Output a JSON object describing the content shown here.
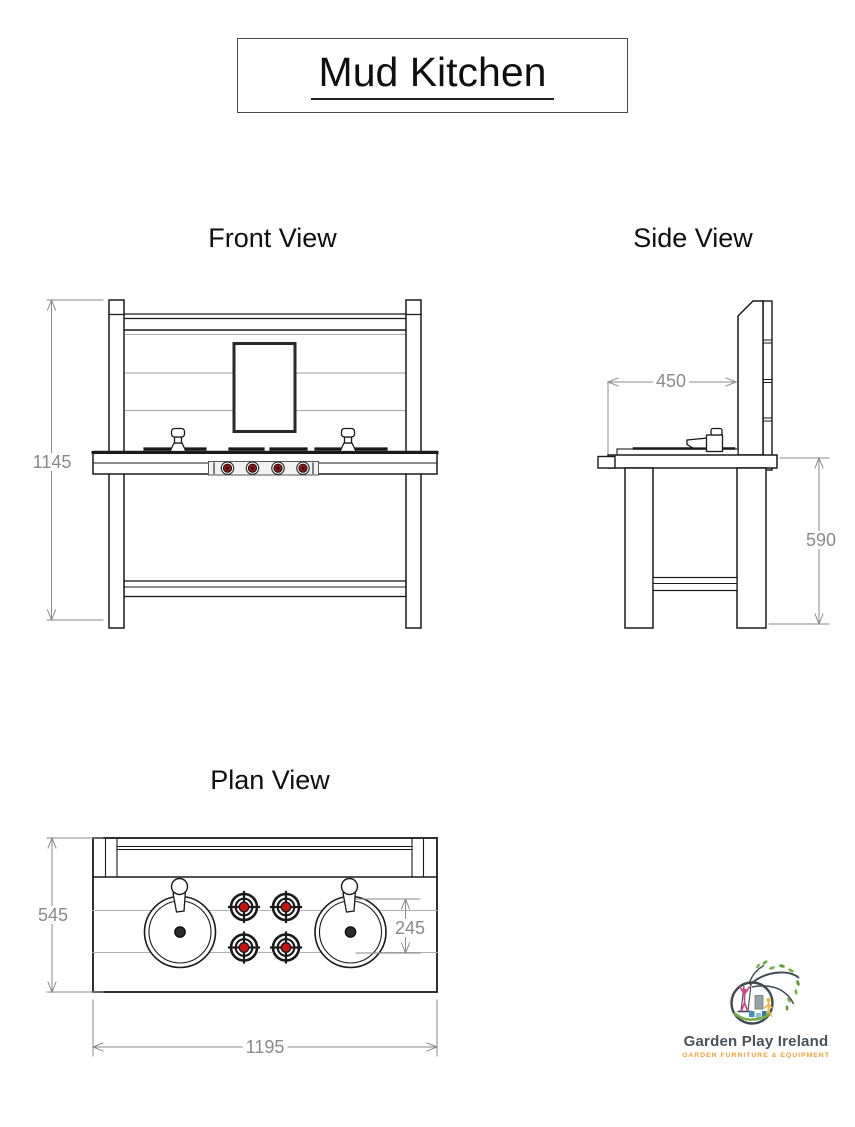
{
  "title": "Mud Kitchen",
  "views": {
    "front": {
      "label": "Front View",
      "dims": {
        "height": "1145"
      }
    },
    "side": {
      "label": "Side View",
      "dims": {
        "depth": "450",
        "counter_height": "590"
      }
    },
    "plan": {
      "label": "Plan View",
      "dims": {
        "depth": "545",
        "sink_zone": "245",
        "width": "1195"
      }
    }
  },
  "logo": {
    "name": "Garden Play Ireland",
    "tagline": "GARDEN FURNITURE & EQUIPMENT"
  },
  "colors": {
    "structure_line": "#1a1a1a",
    "plank_line": "#b0b0b0",
    "dimension": "#8a8a8a",
    "burner_red": "#cc1111",
    "knob_red": "#a01212",
    "logo_text": "#47525a",
    "logo_accent": "#f0a02e",
    "logo_green": "#76b043",
    "logo_pink": "#d6408b",
    "logo_yellow": "#ecb52f",
    "logo_outline": "#3e4a52"
  }
}
